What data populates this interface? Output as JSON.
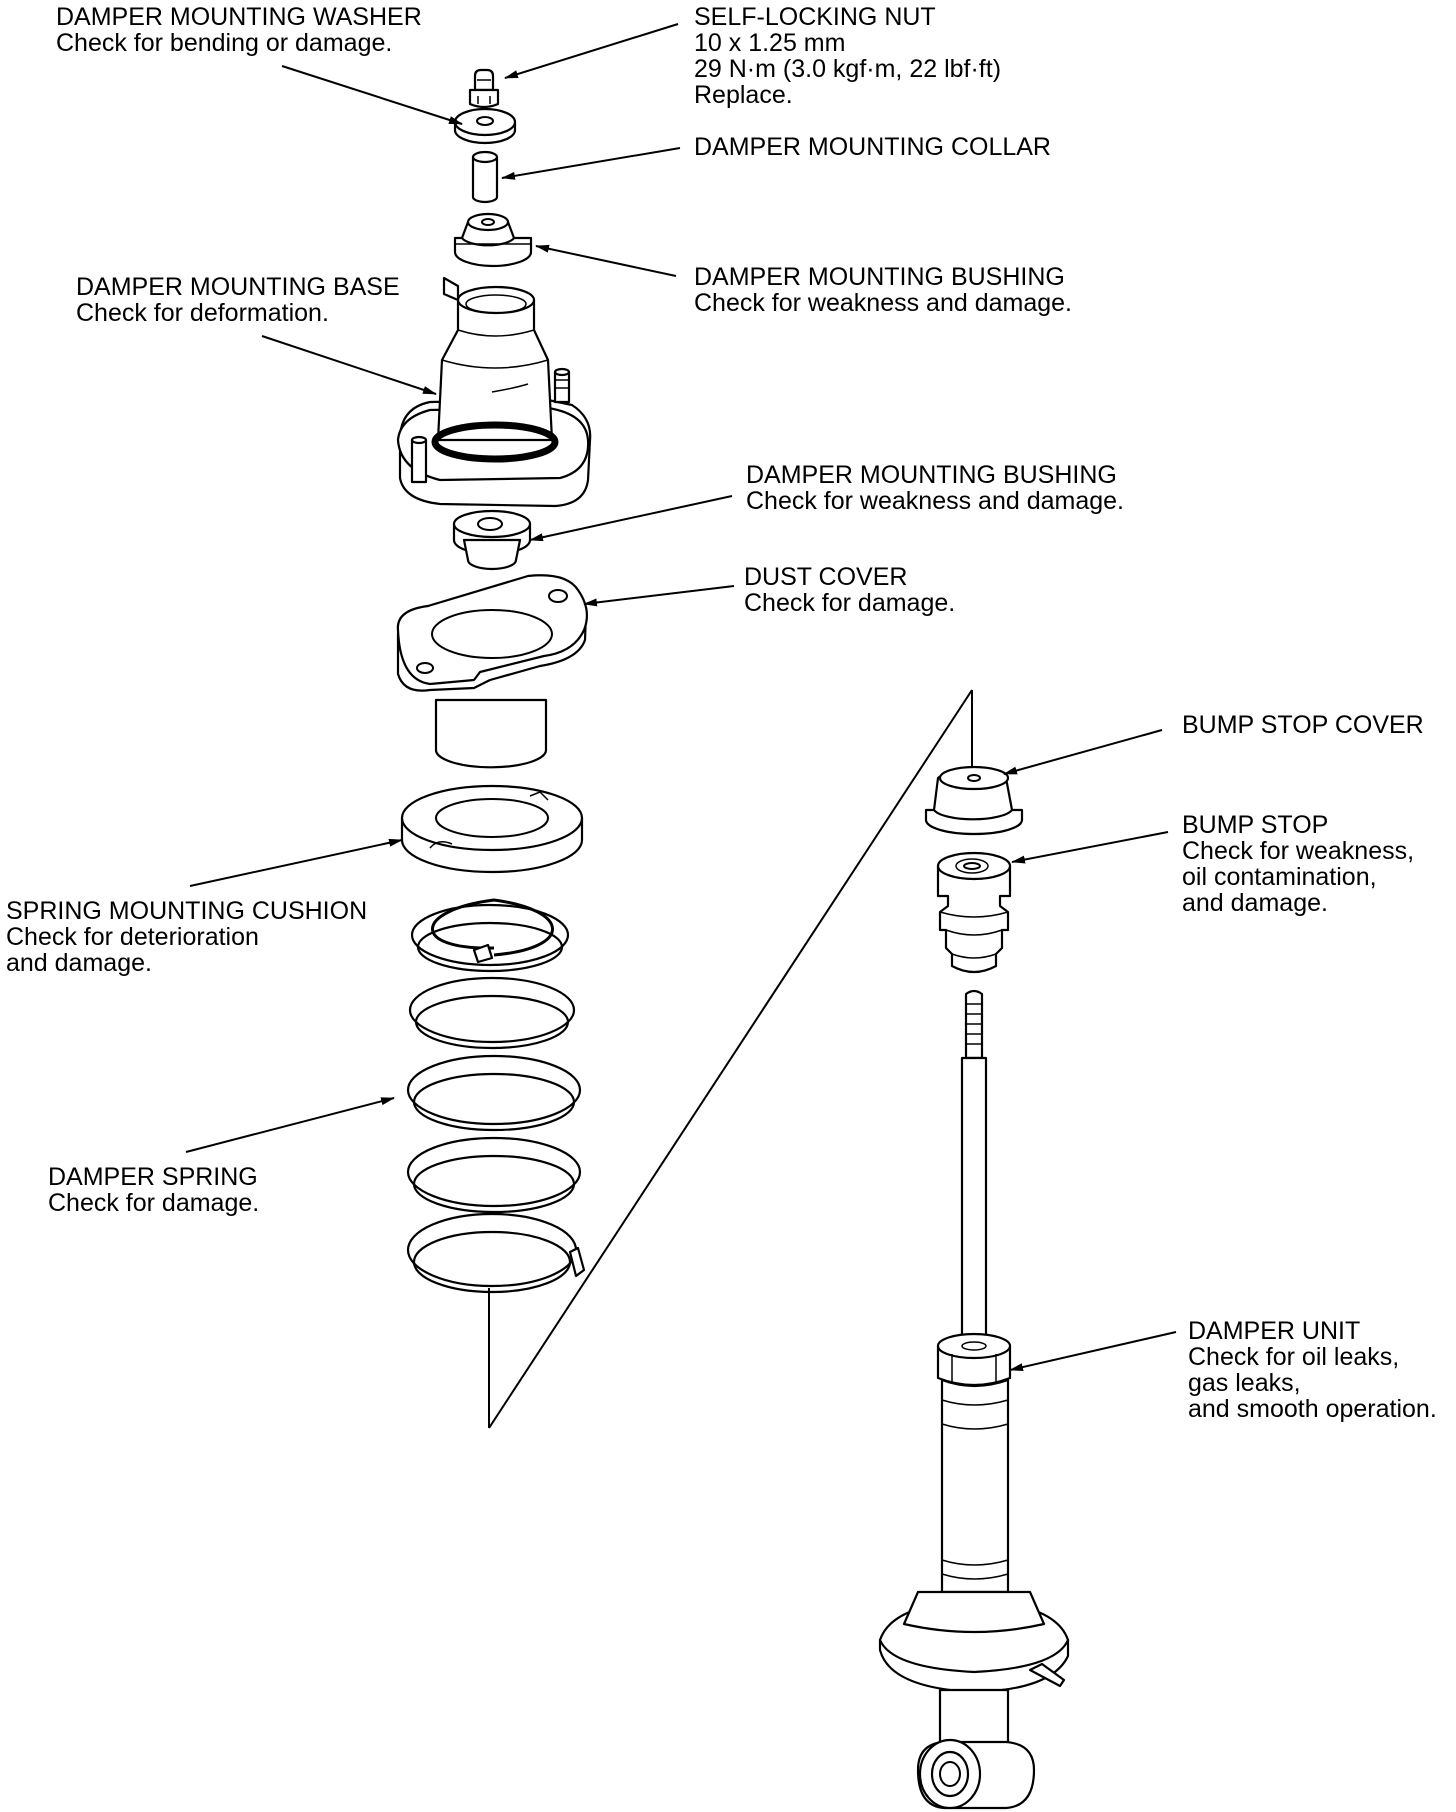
{
  "labels": {
    "washer": {
      "name": "DAMPER MOUNTING WASHER",
      "note": "Check for bending or damage."
    },
    "nut": {
      "name": "SELF-LOCKING NUT",
      "size": "10 x 1.25 mm",
      "torque": "29 N·m (3.0 kgf·m, 22 lbf·ft)",
      "note": "Replace."
    },
    "collar": {
      "name": "DAMPER MOUNTING COLLAR"
    },
    "bushing_upper": {
      "name": "DAMPER MOUNTING BUSHING",
      "note": "Check for weakness and damage."
    },
    "base": {
      "name": "DAMPER MOUNTING BASE",
      "note": "Check for deformation."
    },
    "bushing_lower": {
      "name": "DAMPER MOUNTING BUSHING",
      "note": "Check for weakness and damage."
    },
    "dust_cover": {
      "name": "DUST COVER",
      "note": "Check for damage."
    },
    "bump_stop_cover": {
      "name": "BUMP STOP COVER"
    },
    "bump_stop": {
      "name": "BUMP STOP",
      "note_1": "Check for weakness,",
      "note_2": "oil contamination,",
      "note_3": "and damage."
    },
    "cushion": {
      "name": "SPRING MOUNTING CUSHION",
      "note_1": "Check for deterioration",
      "note_2": "and damage."
    },
    "spring": {
      "name": "DAMPER SPRING",
      "note": "Check for damage."
    },
    "damper_unit": {
      "name": "DAMPER UNIT",
      "note_1": "Check for oil leaks,",
      "note_2": "gas leaks,",
      "note_3": "and smooth operation."
    }
  }
}
